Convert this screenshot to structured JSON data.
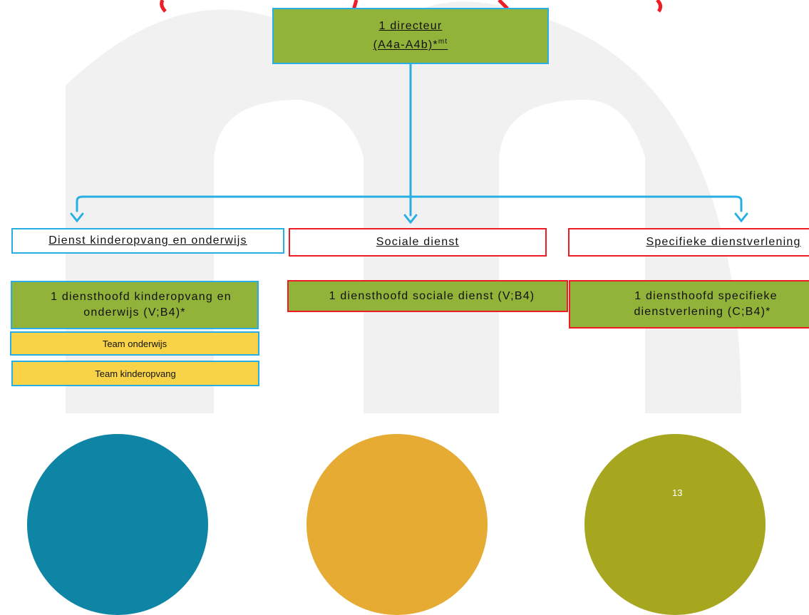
{
  "director": {
    "line1": "1 directeur",
    "line2": "(A4a-A4b)*",
    "sup": "mt"
  },
  "departments": {
    "kinderopvang": "Dienst kinderopvang en onderwijs",
    "sociale": "Sociale dienst",
    "specifieke": "Specifieke dienstverlening"
  },
  "heads": {
    "kinderopvang_line1": "1 diensthoofd kinderopvang en",
    "kinderopvang_line2": "onderwijs (V;B4)*",
    "sociale": "1 diensthoofd sociale dienst (V;B4)",
    "specifieke_line1": "1 diensthoofd specifieke",
    "specifieke_line2": "dienstverlening (C;B4)*"
  },
  "teams": {
    "onderwijs": "Team onderwijs",
    "kinderopvang": "Team kinderopvang"
  },
  "page_number": "13",
  "colors": {
    "title_red": "#ee1c25",
    "box_green": "#92b33a",
    "team_yellow": "#f8d247",
    "connector_blue": "#28aee4",
    "link_blue": "#1a1adb",
    "circle_teal": "#0e85a4",
    "circle_orange": "#e6ab33",
    "circle_olive": "#a7a71f"
  }
}
